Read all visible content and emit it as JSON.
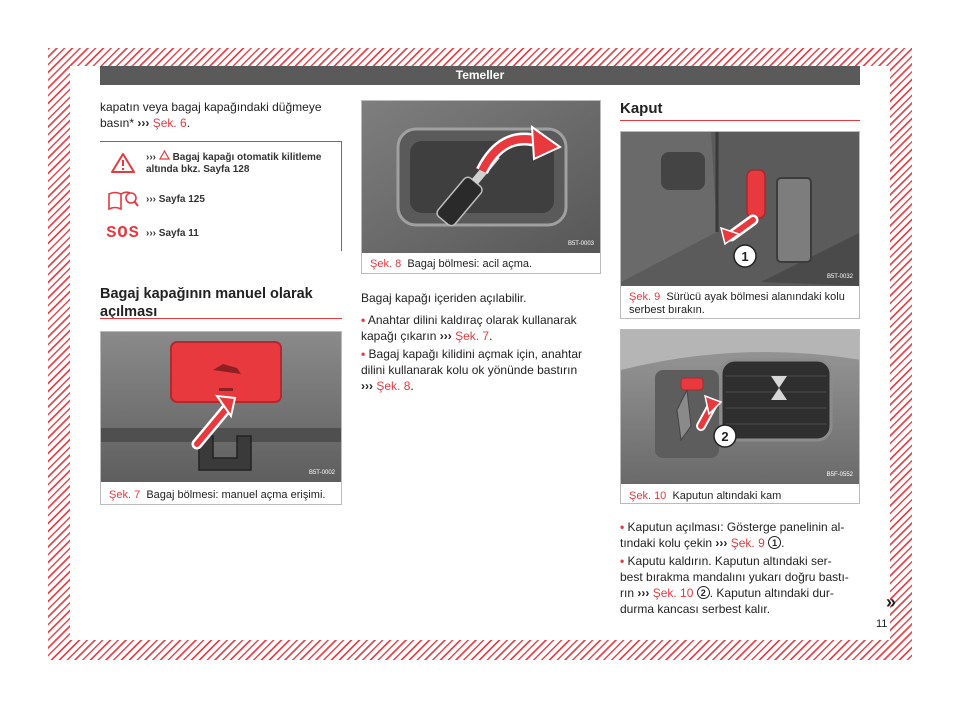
{
  "header": {
    "title": "Temeller"
  },
  "left": {
    "intro_line1": "kapatın veya bagaj kapağındaki düğmeye",
    "intro_line2_pre": "basın* ",
    "intro_arrows": "›››",
    "intro_ref": "Şek. 6",
    "intro_end": ".",
    "warn": {
      "item1_arrows": "›››",
      "item1_text_a": "Bagaj kapağı otomatik kilitleme",
      "item1_text_b": "altında bkz. Sayfa 128",
      "item2_arrows": "›››",
      "item2_text": "Sayfa 125",
      "item3_arrows": "›››",
      "item3_text": "Sayfa 11",
      "sos_label": "SOS"
    },
    "heading_line1": "Bagaj kapağının manuel olarak",
    "heading_line2": "açılması",
    "fig7": {
      "label": "Şek. 7",
      "caption": "Bagaj bölmesi: manuel açma erişimi.",
      "code": "B5T-0002"
    }
  },
  "middle": {
    "fig8": {
      "label": "Şek. 8",
      "caption": "Bagaj bölmesi: acil açma.",
      "code": "B5T-0003"
    },
    "p1": "Bagaj kapağı içeriden açılabilir.",
    "b1_line1": "Anahtar dilini kaldıraç olarak kullanarak",
    "b1_line2_pre": "kapağı çıkarın ",
    "b1_arrows": "›››",
    "b1_ref": "Şek. 7",
    "b1_end": ".",
    "b2_line1": "Bagaj kapağı kilidini açmak için, anahtar",
    "b2_line2": "dilini kullanarak kolu ok yönünde bastırın",
    "b2_arrows": "›››",
    "b2_ref": "Şek. 8",
    "b2_end": "."
  },
  "right": {
    "heading": "Kaput",
    "fig9": {
      "label": "Şek. 9",
      "caption_line1": "Sürücü ayak bölmesi alanındaki kolu",
      "caption_line2": "serbest bırakın.",
      "code": "B5T-0032",
      "callout": "1"
    },
    "fig10": {
      "label": "Şek. 10",
      "caption": "Kaputun altındaki kam",
      "code": "B5F-0552",
      "callout": "2"
    },
    "b1_line1": "Kaputun açılması: Gösterge panelinin al-",
    "b1_line2_pre": "tındaki kolu çekin ",
    "b1_arrows": "›››",
    "b1_ref": "Şek. 9",
    "b1_num": "1",
    "b1_end": ".",
    "b2_line1": "Kaputu kaldırın. Kaputun altındaki ser-",
    "b2_line2": "best bırakma mandalını yukarı doğru bastı-",
    "b2_line3_pre": "rın ",
    "b2_arrows": "›››",
    "b2_ref": "Şek. 10",
    "b2_num": "2",
    "b2_line3_post": ". Kaputun altındaki dur-",
    "b2_line4": "durma kancası serbest kalır.",
    "continue_mark": "»"
  },
  "page_number": "11",
  "colors": {
    "accent": "#e8393f",
    "header_bg": "#5a5a5a"
  }
}
